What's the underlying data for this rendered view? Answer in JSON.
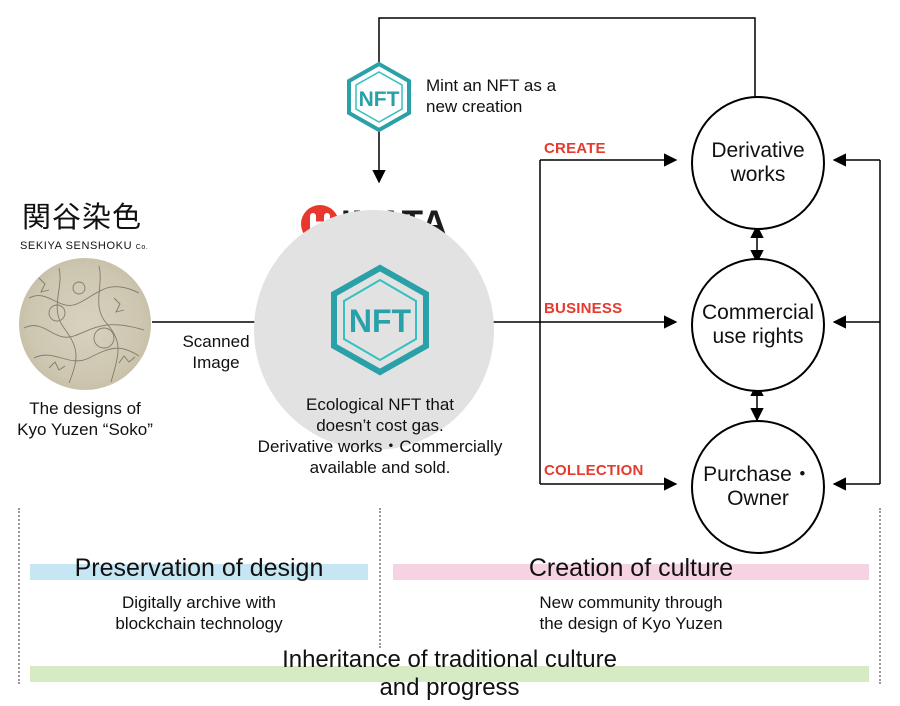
{
  "colors": {
    "red_label": "#e53b2f",
    "hinata_red": "#e8382e",
    "nft_teal": "#2aa0a8",
    "nft_teal_light": "#34c1c0",
    "big_circle": "#e2e2e2",
    "band_blue": "#c6e6f3",
    "band_pink": "#f6d3e3",
    "band_green": "#d6ebc3"
  },
  "company": {
    "kanji": "関谷染色",
    "roman": "SEKIYA SENSHOKU",
    "suffix": "Co."
  },
  "design_caption": "The designs of\nKyo Yuzen “Soko”",
  "scanned_label": "Scanned\nImage",
  "mint_label": "Mint an NFT as a\nnew creation",
  "hinata_logo": "INATA",
  "nft_icon_text": "NFT",
  "center_caption": "Ecological NFT that\ndoesn’t cost gas.\nDerivative works・Commercially\navailable and sold.",
  "flows": {
    "create": "CREATE",
    "business": "BUSINESS",
    "collection": "COLLECTION"
  },
  "nodes": {
    "derivative": "Derivative\nworks",
    "commercial": "Commercial\nuse rights",
    "purchase": "Purchase・\nOwner"
  },
  "sections": {
    "preservation_title": "Preservation of design",
    "preservation_sub": "Digitally archive with\nblockchain technology",
    "creation_title": "Creation of culture",
    "creation_sub": "New community through\nthe design of Kyo Yuzen",
    "inheritance_title": "Inheritance of traditional culture\nand progress"
  }
}
